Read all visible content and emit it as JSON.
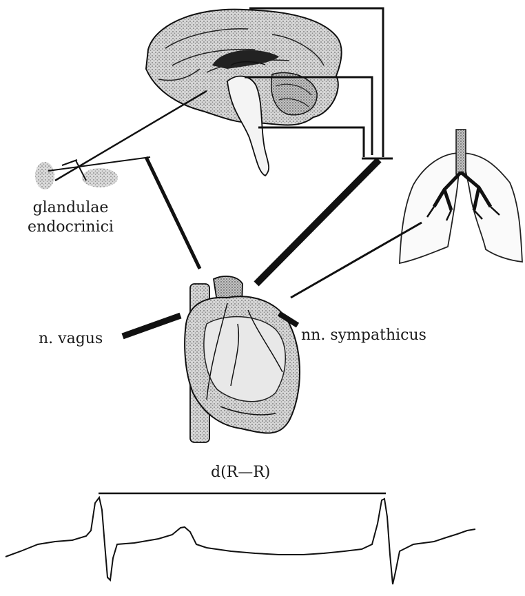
{
  "labels": {
    "glands_line1": "glandulae",
    "glands_line2": "endocrinici",
    "vagus": "n. vagus",
    "sympathicus": "nn. sympathicus",
    "rr_interval": "d(R—R)"
  },
  "organs": [
    "brain-illustration",
    "endocrine-glands-illustration",
    "lungs-illustration",
    "heart-illustration"
  ],
  "signal": "ecg-trace",
  "colors": {
    "ink": "#111111",
    "stipple": "#9a9a9a",
    "paper": "#ffffff"
  }
}
